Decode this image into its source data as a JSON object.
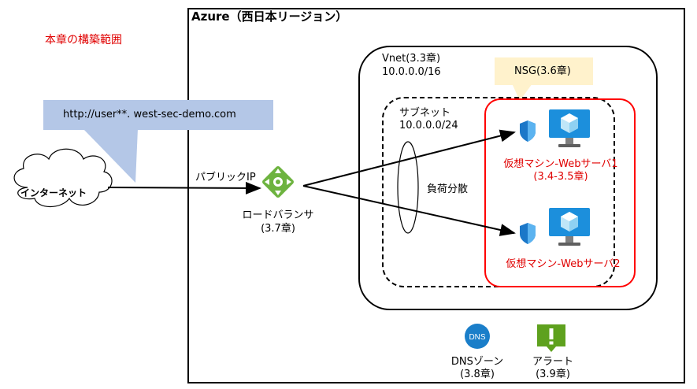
{
  "title": "本章の構築範囲",
  "azure": {
    "label": "Azure（西日本リージョン）"
  },
  "callout_url": "http://user**. west-sec-demo.com",
  "internet": {
    "label": "インターネット"
  },
  "public_ip": {
    "label": "パブリックIP"
  },
  "load_balancer": {
    "name": "ロードバランサ",
    "chapter": "(3.7章)"
  },
  "vnet": {
    "name": "Vnet(3.3章)",
    "cidr": "10.0.0.0/16"
  },
  "subnet": {
    "name": "サブネット",
    "cidr": "10.0.0.0/24"
  },
  "load_distribution": "負荷分散",
  "nsg": {
    "label": "NSG(3.6章)"
  },
  "vm1": {
    "name": "仮想マシン-Webサーバ1",
    "chapter": "(3.4-3.5章)"
  },
  "vm2": {
    "name": "仮想マシン-Webサーバ2"
  },
  "dns": {
    "icon_text": "DNS",
    "name": "DNSゾーン",
    "chapter": "(3.8章)"
  },
  "alert": {
    "name": "アラート",
    "chapter": "(3.9章)"
  },
  "colors": {
    "scope_red": "#e00000",
    "callout_blue": "#b4c7e7",
    "nsg_yellow": "#fff2cc",
    "lb_green": "#6db33f",
    "vm_blue": "#1c8fdc",
    "dns_blue": "#1a7ec9",
    "alert_green": "#5ea11e"
  }
}
